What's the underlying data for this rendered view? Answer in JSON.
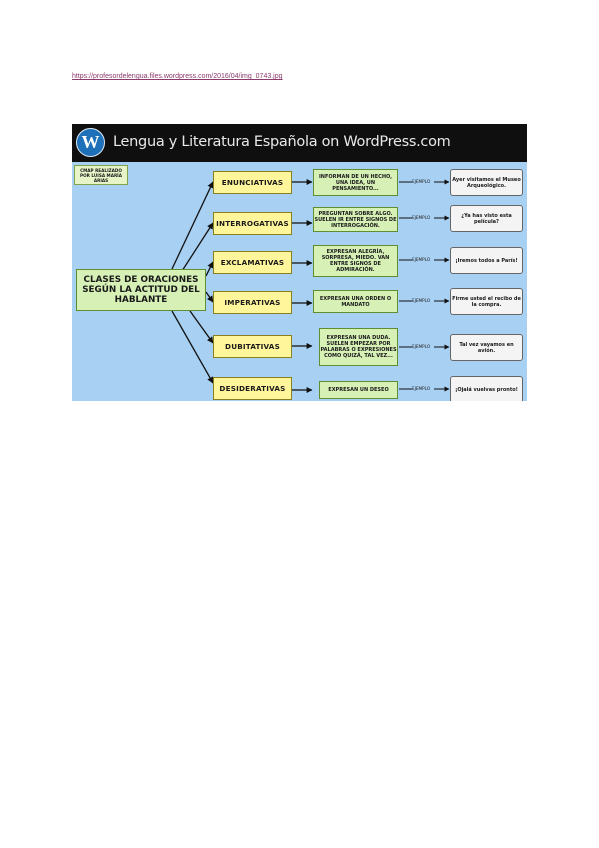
{
  "source_link": "https://profesordelengua.files.wordpress.com/2016/04/img_0743.jpg",
  "header": {
    "logo_letter": "W",
    "title": "Lengua y Literatura Española on WordPress.com"
  },
  "credit": "CMAP REALIZADO POR LUISA MARÍA ARIAS",
  "main_concept": "CLASES DE ORACIONES SEGÚN LA ACTITUD DEL HABLANTE",
  "example_label": "EJEMPLO",
  "rows": [
    {
      "type": "ENUNCIATIVAS",
      "description": "INFORMAN DE UN HECHO, UNA IDEA, UN PENSAMIENTO...",
      "example": "Ayer visitamos el Museo Arqueológico."
    },
    {
      "type": "INTERROGATIVAS",
      "description": "PREGUNTAN SOBRE ALGO. SUELEN IR ENTRE SIGNOS DE INTERROGACIÓN.",
      "example": "¿Ya has visto esta película?"
    },
    {
      "type": "EXCLAMATIVAS",
      "description": "EXPRESAN ALEGRÍA, SORPRESA, MIEDO. VAN ENTRE SIGNOS DE ADMIRACIÓN.",
      "example": "¡Iremos todos a París!"
    },
    {
      "type": "IMPERATIVAS",
      "description": "EXPRESAN UNA ORDEN O MANDATO",
      "example": "Firme usted el recibo de la compra."
    },
    {
      "type": "DUBITATIVAS",
      "description": "EXPRESAN UNA DUDA. SUELEN EMPEZAR POR PALABRAS O EXPRESIONES COMO QUIZÁ, TAL VEZ...",
      "example": "Tal vez vayamos en avión."
    },
    {
      "type": "DESIDERATIVAS",
      "description": "EXPRESAN UN DESEO",
      "example": "¡Ojalá vuelvas pronto!"
    }
  ]
}
